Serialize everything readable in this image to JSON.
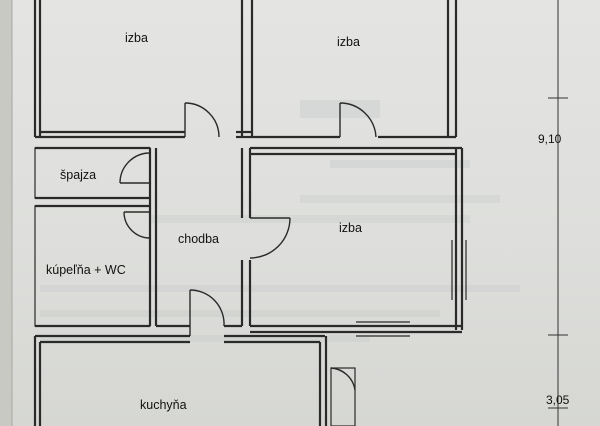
{
  "rooms": {
    "izba_top_left": "izba",
    "izba_top_right": "izba",
    "spajza": "špajza",
    "kupelna": "kúpeľňa + WC",
    "chodba": "chodba",
    "izba_middle": "izba",
    "kuchyna": "kuchyňa"
  },
  "dimensions": {
    "upper": "9,10",
    "lower": "3,05"
  },
  "colors": {
    "paper": "#e0e1de",
    "line": "#2a2a2a"
  }
}
